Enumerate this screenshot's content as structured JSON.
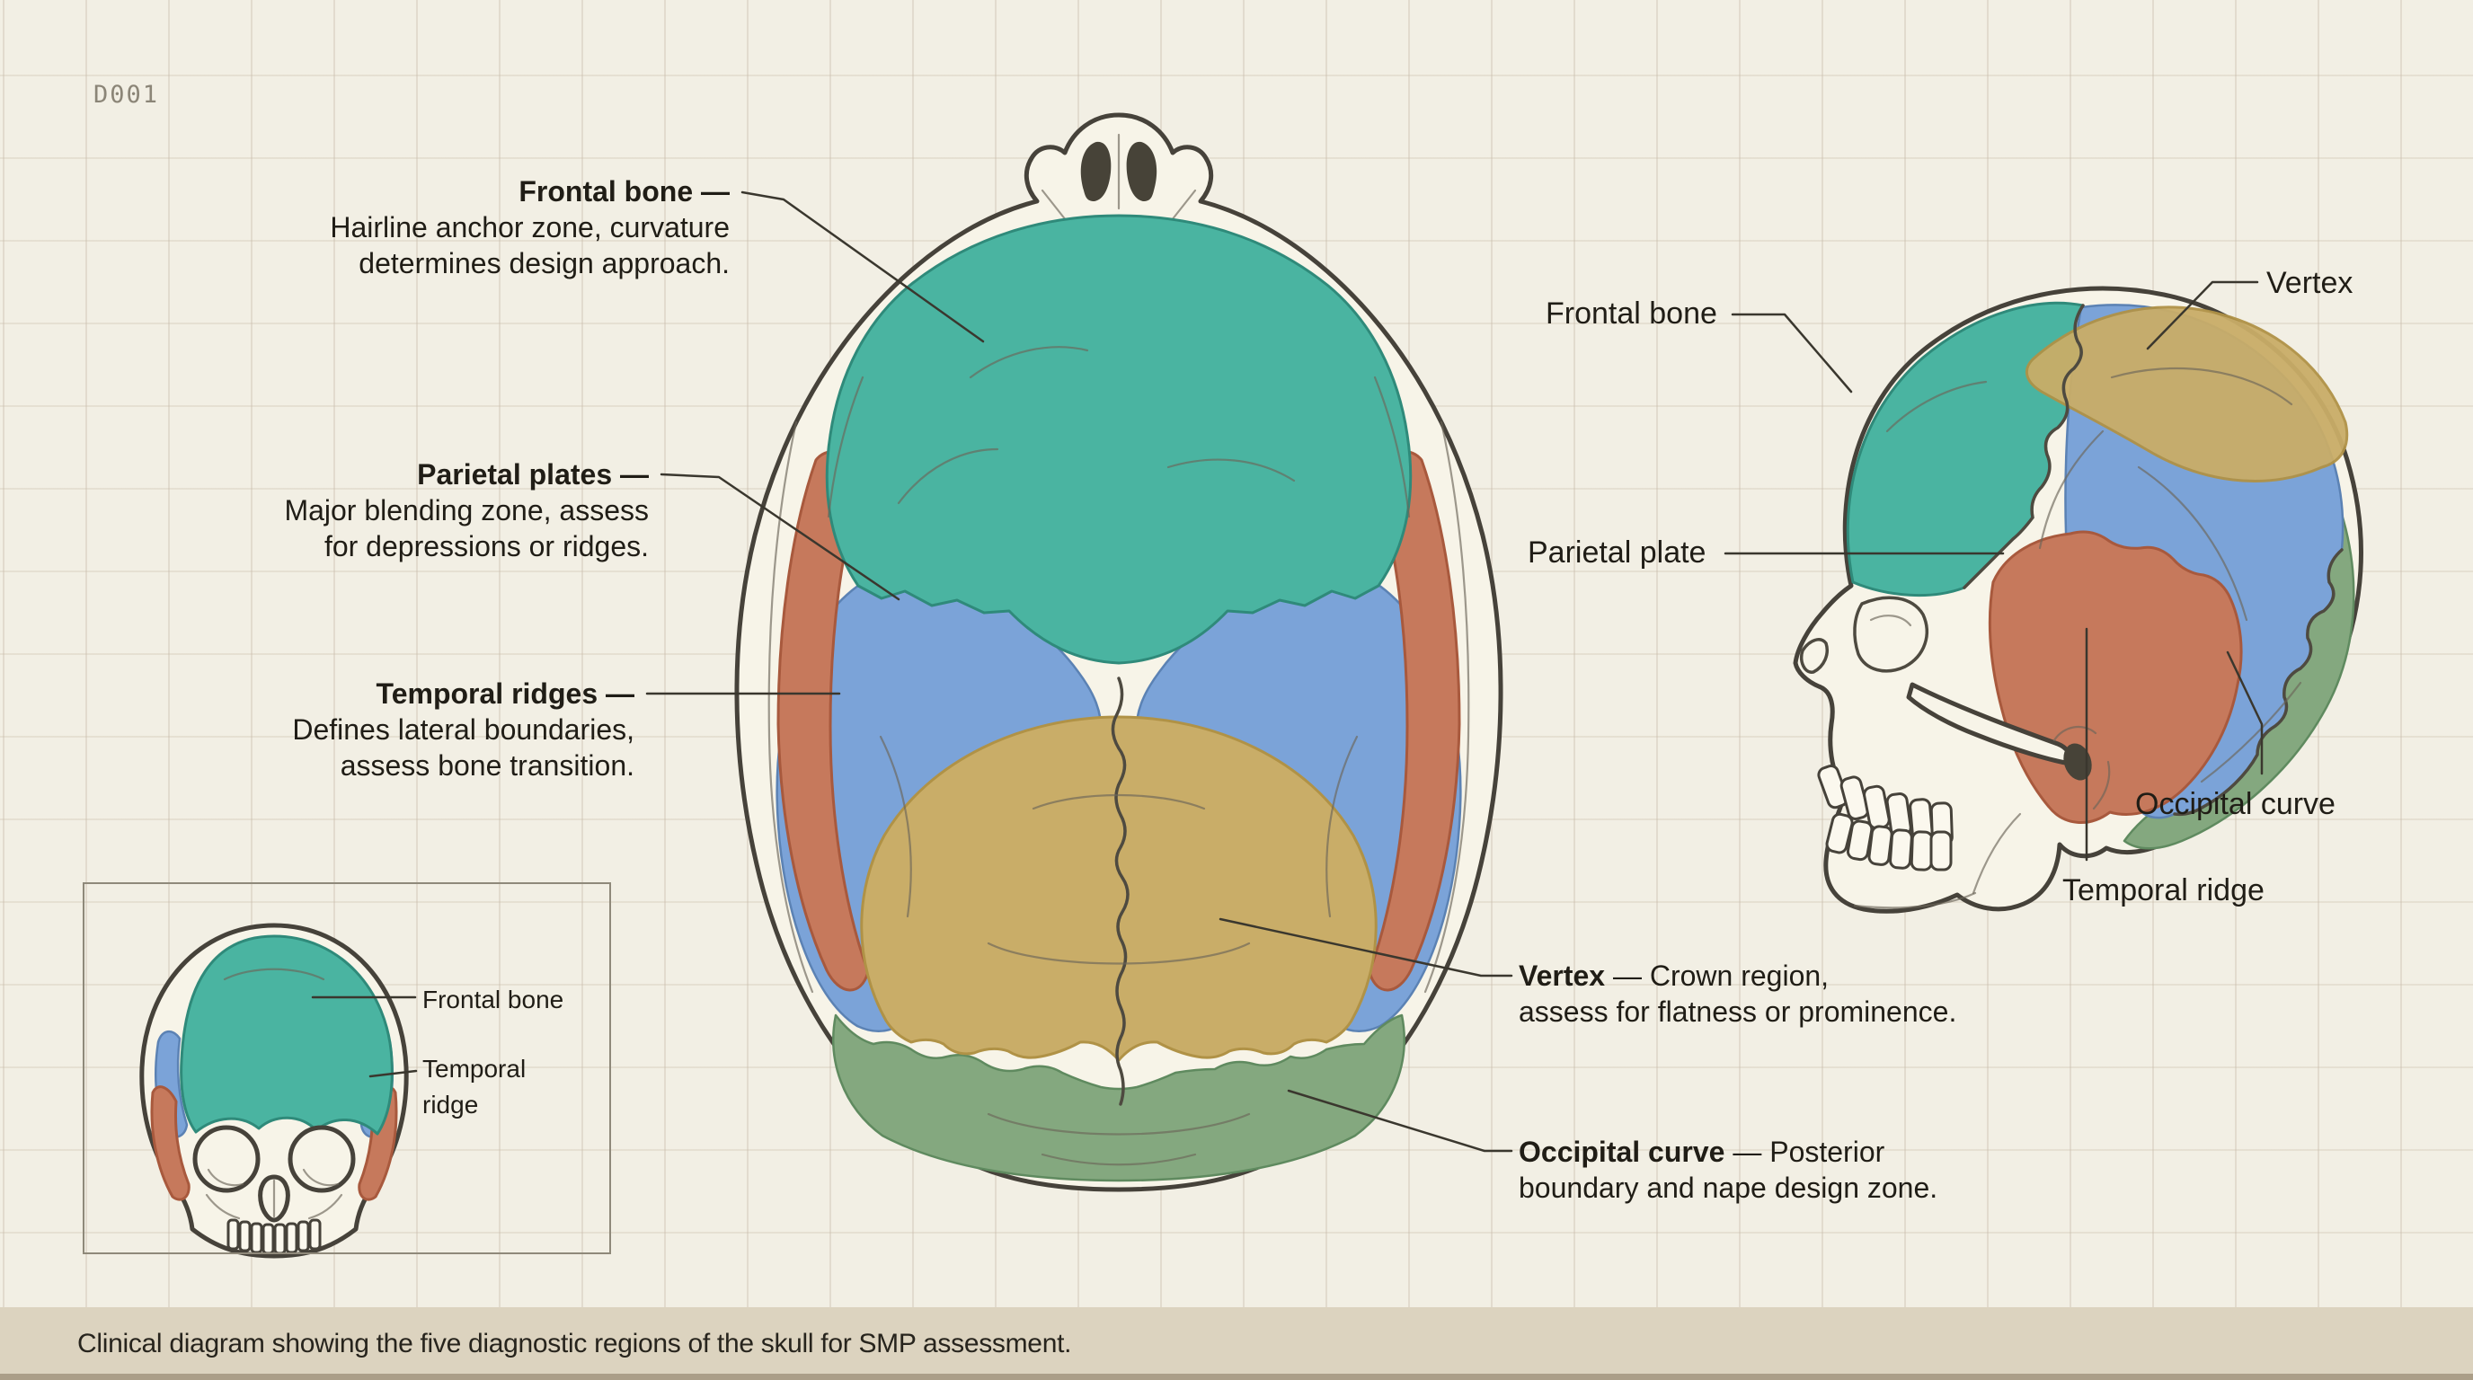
{
  "doc_code": "D001",
  "caption": "Clinical diagram showing the five diagnostic regions of the skull for SMP assessment.",
  "colors": {
    "background": "#f2efe4",
    "bone": "#f7f4e8",
    "outline": "#46423a",
    "ink": "#201d16",
    "leader": "#3a372e",
    "teal": "#4ab4a1",
    "blue": "#7ba3d8",
    "orange": "#c6795c",
    "gold": "#c9ad68",
    "green": "#84a87f",
    "caption_bar": "#dcd3bf"
  },
  "annotations": {
    "frontal": {
      "title": "Frontal bone —",
      "line1": "Hairline anchor zone, curvature",
      "line2": "determines design approach."
    },
    "parietal": {
      "title": "Parietal plates —",
      "line1": "Major blending zone, assess",
      "line2": "for depressions or ridges."
    },
    "temporal": {
      "title": "Temporal ridges —",
      "line1": "Defines lateral boundaries,",
      "line2": "assess bone transition."
    },
    "vertex": {
      "title": "Vertex",
      "lead": " — Crown region,",
      "line2": "assess for flatness or prominence."
    },
    "occipital": {
      "title": "Occipital curve",
      "lead": " — Posterior",
      "line2": "boundary and nape design zone."
    }
  },
  "side_labels": {
    "frontal": "Frontal bone",
    "vertex": "Vertex",
    "parietal": "Parietal plate",
    "occipital": "Occipital curve",
    "temporal": "Temporal ridge"
  },
  "inset_labels": {
    "frontal": "Frontal bone",
    "temporal_line1": "Temporal",
    "temporal_line2": "ridge"
  }
}
